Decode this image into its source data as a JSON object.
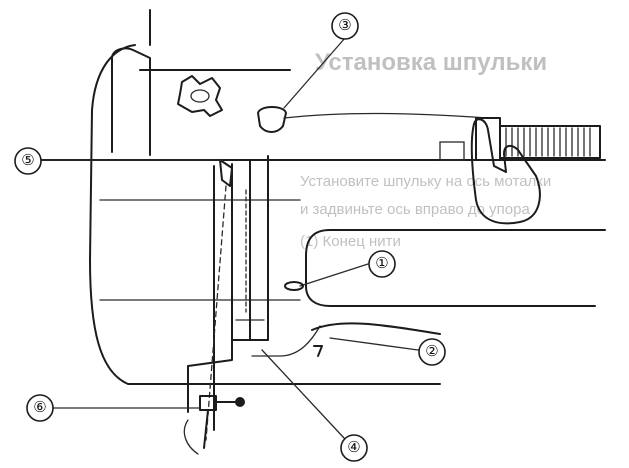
{
  "background_text": {
    "heading": "Установка шпульки",
    "lines": [
      "Установите шпульку на ось моталки",
      "и задвиньте ось вправо до упора",
      "(1) Конец нити"
    ]
  },
  "callouts": [
    {
      "id": "callout-1",
      "label": "①"
    },
    {
      "id": "callout-2",
      "label": "②"
    },
    {
      "id": "callout-3",
      "label": "③"
    },
    {
      "id": "callout-4",
      "label": "④"
    },
    {
      "id": "callout-5",
      "label": "⑤"
    },
    {
      "id": "callout-6",
      "label": "⑥"
    }
  ],
  "colors": {
    "ink": "#1c1c1c",
    "ghost": "#8e8e8e",
    "background": "#ffffff"
  }
}
